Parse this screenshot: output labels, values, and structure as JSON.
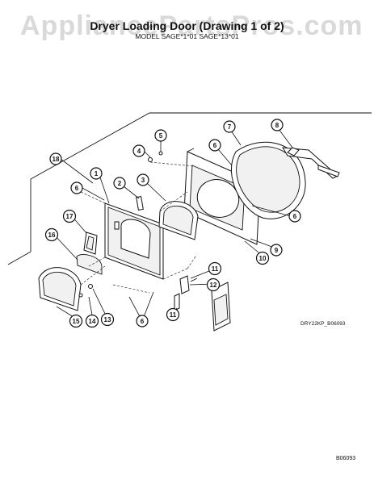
{
  "watermark": "AppliancePartsPros.com",
  "title": "Dryer Loading Door (Drawing 1 of 2)",
  "subtitle": "MODEL SAGE*1*01 SAGE*13*01",
  "drawing_code": "DRY22KP_B06093",
  "page_code": "B06093",
  "callouts": [
    "1",
    "2",
    "3",
    "4",
    "5",
    "6",
    "6",
    "6",
    "6",
    "7",
    "8",
    "9",
    "10",
    "11",
    "11",
    "12",
    "13",
    "14",
    "15",
    "16",
    "17",
    "18"
  ]
}
